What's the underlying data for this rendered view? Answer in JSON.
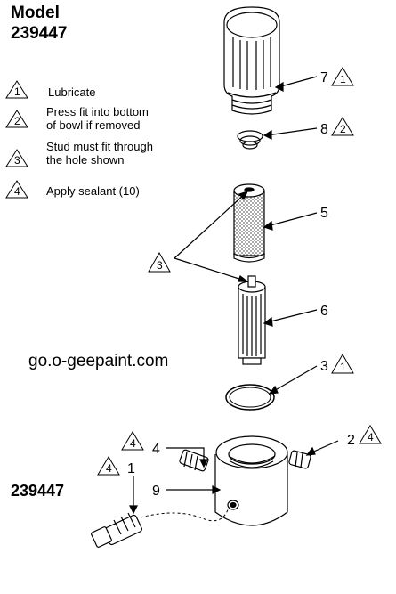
{
  "header": {
    "model_label": "Model",
    "model_number": "239447"
  },
  "legend": [
    {
      "symbol": "1",
      "text_line1": "Lubricate",
      "text_line2": ""
    },
    {
      "symbol": "2",
      "text_line1": "Press fit into bottom",
      "text_line2": "of bowl if removed"
    },
    {
      "symbol": "3",
      "text_line1": "Stud must fit through",
      "text_line2": "the hole shown"
    },
    {
      "symbol": "4",
      "text_line1": "Apply sealant (10)",
      "text_line2": ""
    }
  ],
  "website": "go.o-geepaint.com",
  "bottom_model_number": "239447",
  "callouts": {
    "c7": {
      "number": "7",
      "symbol": "1"
    },
    "c8": {
      "number": "8",
      "symbol": "2"
    },
    "c5": {
      "number": "5"
    },
    "c3sym": {
      "symbol": "3"
    },
    "c6": {
      "number": "6"
    },
    "c3": {
      "number": "3",
      "symbol": "1"
    },
    "c4": {
      "number": "4",
      "symbol": "4"
    },
    "c2": {
      "number": "2",
      "symbol": "4"
    },
    "c1": {
      "number": "1",
      "symbol": "4"
    },
    "c9": {
      "number": "9"
    }
  }
}
